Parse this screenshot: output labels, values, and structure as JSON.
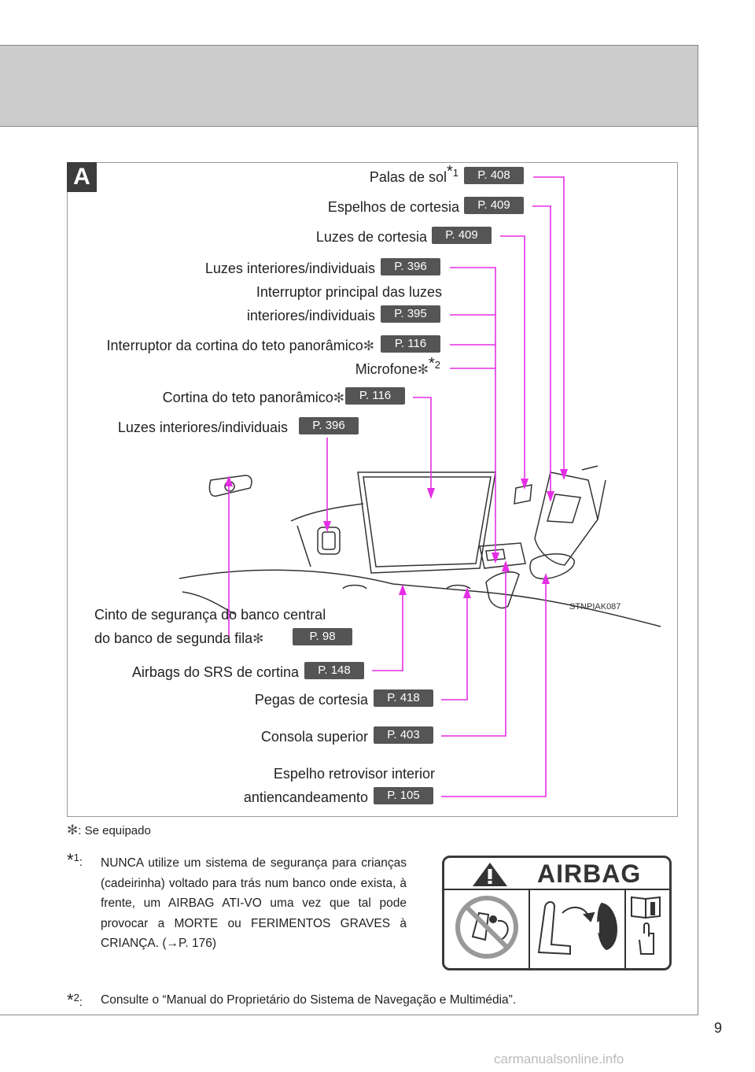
{
  "section_letter": "A",
  "labels": {
    "sun_visors": "Palas de sol",
    "vanity_mirrors": "Espelhos de cortesia",
    "vanity_lights": "Luzes de cortesia",
    "interior_lights_1": "Luzes interiores/individuais",
    "main_switch_line1": "Interruptor principal das luzes",
    "main_switch_line2": "interiores/individuais",
    "roof_shade_switch": "Interruptor da cortina do teto panorâmico",
    "microphone": "Microfone",
    "roof_shade": "Cortina do teto panorâmico",
    "interior_lights_2": "Luzes interiores/individuais",
    "rear_belt_line1": "Cinto de segurança do banco central",
    "rear_belt_line2": "do banco de segunda fila",
    "curtain_airbags": "Airbags do SRS de cortina",
    "assist_grips": "Pegas de cortesia",
    "overhead_console": "Consola superior",
    "mirror_line1": "Espelho retrovisor interior",
    "mirror_line2": "antiencandeamento"
  },
  "page_refs": {
    "sun_visors": "P. 408",
    "vanity_mirrors": "P. 409",
    "vanity_lights": "P. 409",
    "interior_lights_1": "P. 396",
    "main_switch": "P. 395",
    "roof_shade_switch": "P. 116",
    "roof_shade": "P. 116",
    "interior_lights_2": "P. 396",
    "rear_belt": "P. 98",
    "curtain_airbags": "P. 148",
    "assist_grips": "P. 418",
    "overhead_console": "P. 403",
    "mirror": "P. 105"
  },
  "marks": {
    "equipped_symbol": "✻",
    "star": "*",
    "one": "1",
    "two": "2"
  },
  "figure_code": "STNPIAK087",
  "notes": {
    "equipped": ": Se equipado",
    "note1_marker": ":",
    "note1_text": "NUNCA utilize um sistema de segurança para crianças (cadeirinha) voltado para trás num banco onde exista, à frente, um AIRBAG ATI-VO uma vez que tal pode provocar a MORTE ou FERIMENTOS GRAVES à CRIANÇA. (→P. 176)",
    "note2_marker": ":",
    "note2_text": "Consulte o “Manual do Proprietário do Sistema de Navegação e Multimédia”."
  },
  "airbag_label": {
    "title": "AIRBAG"
  },
  "page_number": "9",
  "watermark": "carmanualsonline.info",
  "colors": {
    "leader": "#e62ee6",
    "tag": "#555555",
    "band": "#cccccc"
  }
}
